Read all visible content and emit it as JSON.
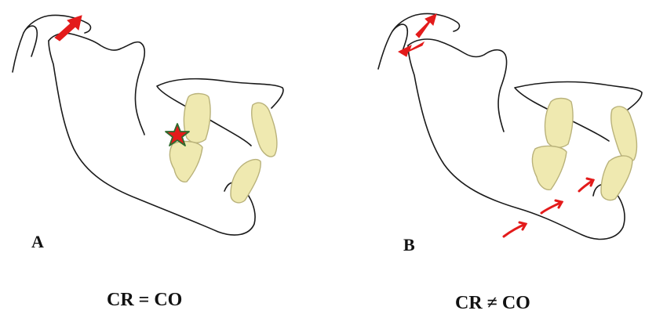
{
  "panels": [
    {
      "letter": "A",
      "caption": "CR = CO"
    },
    {
      "letter": "B",
      "caption": "CR ≠ CO"
    }
  ],
  "colors": {
    "outline": "#1a1a1a",
    "tooth_fill": "#efe9b0",
    "tooth_stroke": "#b9b27a",
    "arrow": "#e31b1b",
    "star_fill": "#e31b1b",
    "star_stroke": "#2e6b2e"
  }
}
